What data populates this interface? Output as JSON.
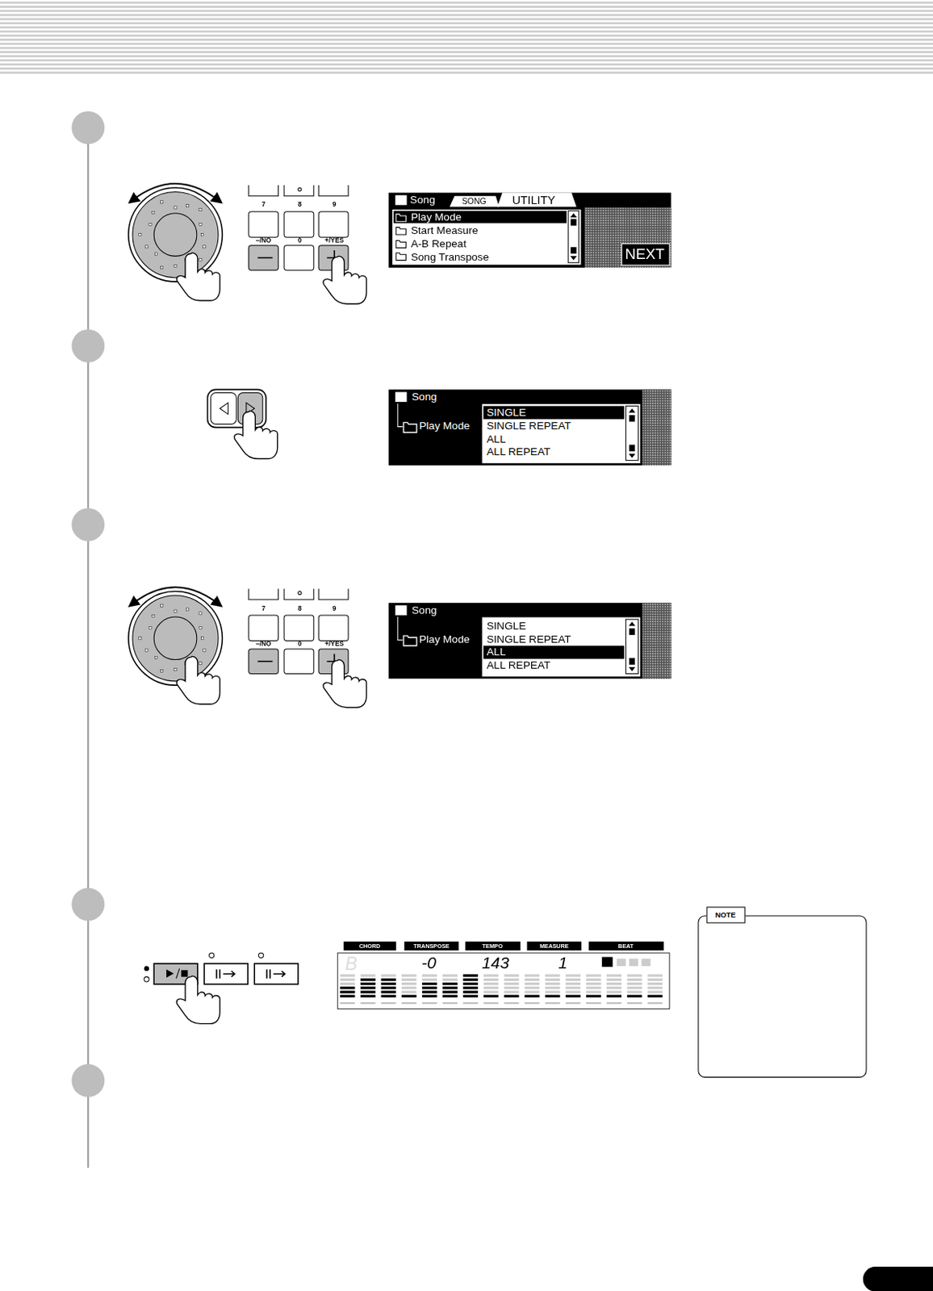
{
  "diagram": {
    "nodes": [
      {
        "text": [
          "CHORD"
        ]
      },
      {
        "text": [
          "TRANSPOSE"
        ]
      },
      {
        "text": [
          "TEMPO"
        ]
      },
      {
        "text": [
          "MEASURE"
        ]
      },
      {
        "text": [
          "BEAT"
        ]
      },
      {
        "text": [
          "NOTE"
        ]
      }
    ],
    "edges": [],
    "labels": [
      "7",
      "8",
      "9",
      "–/NO",
      "0",
      "+/YES",
      "Song",
      "SONG",
      "UTILITY",
      "Play Mode",
      "Start Measure",
      "A-B Repeat",
      "Song Transpose",
      "NEXT",
      "Song",
      "Play Mode",
      "SINGLE",
      "SINGLE REPEAT",
      "ALL",
      "ALL REPEAT",
      "7",
      "8",
      "9",
      "–/NO",
      "0",
      "+/YES",
      "Song",
      "Play Mode",
      "SINGLE",
      "SINGLE REPEAT",
      "ALL",
      "ALL REPEAT",
      "-0",
      "143",
      "1"
    ]
  }
}
